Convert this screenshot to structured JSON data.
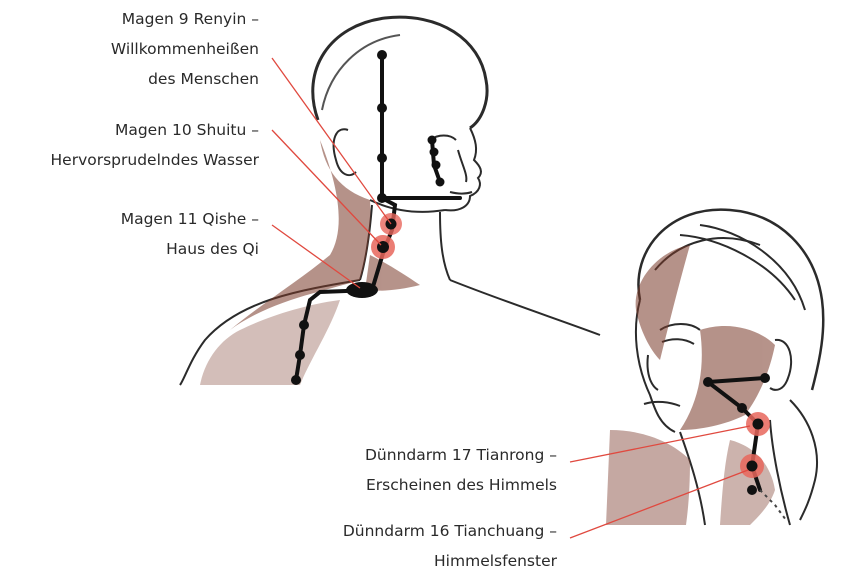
{
  "labels": {
    "magen9": {
      "line1": "Magen 9 Renyin –",
      "line2": "Willkommenheißen",
      "line3": "des Menschen"
    },
    "magen10": {
      "line1": "Magen 10 Shuitu –",
      "line2": "Hervorsprudelndes Wasser"
    },
    "magen11": {
      "line1": "Magen 11 Qishe –",
      "line2": "Haus des Qi"
    },
    "duenn17": {
      "line1": "Dünndarm 17 Tianrong –",
      "line2": "Erscheinen des Himmels"
    },
    "duenn16": {
      "line1": "Dünndarm 16 Tianchuang –",
      "line2": "Himmelsfenster"
    }
  },
  "colors": {
    "leader_line": "#e0493f",
    "point_highlight": "#e8665c",
    "meridian": "#111111",
    "skin_shade": "#7a3a2a",
    "sketch": "#2b2b2b"
  }
}
